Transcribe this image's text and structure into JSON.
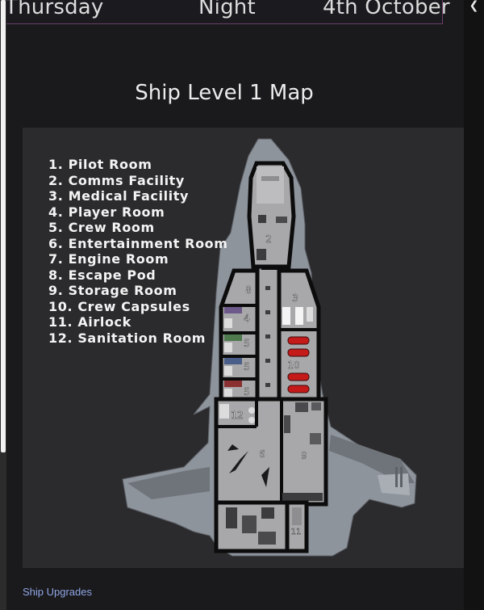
{
  "header": {
    "day": "Thursday",
    "time_of_day": "Night",
    "date": "4th October"
  },
  "page_title": "Ship Level 1 Map",
  "legend": [
    "1. Pilot Room",
    "2. Comms Facility",
    "3. Medical Facility",
    "4. Player Room",
    "5. Crew Room",
    "6. Entertainment Room",
    "7. Engine Room",
    "8. Escape Pod",
    "9. Storage Room",
    "10. Crew Capsules",
    "11. Airlock",
    "12. Sanitation Room"
  ],
  "room_labels": {
    "comms": "2",
    "escape_pod": "8",
    "medical": "3",
    "player_room": "4",
    "crew_room_a": "5",
    "crew_room_b": "5",
    "crew_room_c": "5",
    "crew_capsules": "10",
    "sanitation": "12",
    "entertainment": "6",
    "storage": "9",
    "airlock": "11"
  },
  "footer": {
    "link_label": "Ship Upgrades"
  },
  "icons": {
    "sidebar_toggle": "chevron-left-icon"
  },
  "colors": {
    "background": "#1a191b",
    "header_border": "#6b3f6b",
    "hull": "#8e949c",
    "deck_floor": "#a8a8aa",
    "wall": "#0c0c0c",
    "capsule_red": "#c41a1a",
    "link": "#8fa6e6"
  }
}
